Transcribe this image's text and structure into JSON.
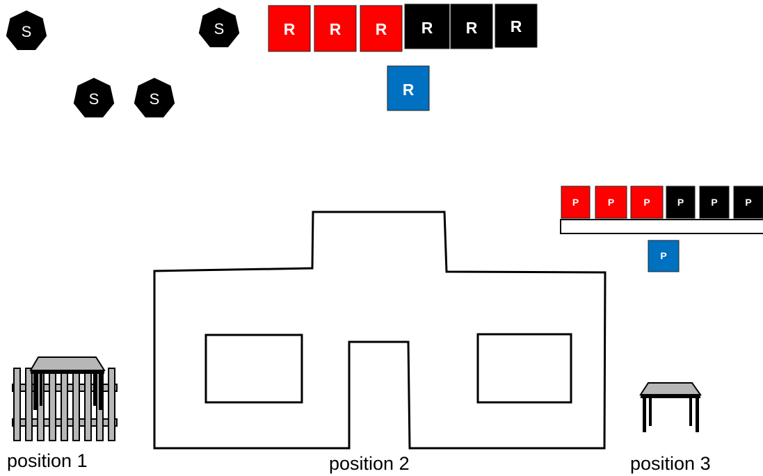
{
  "colors": {
    "red": "#ff0000",
    "black": "#000000",
    "blue": "#0070c0",
    "gray": "#b7b7b7",
    "white": "#ffffff"
  },
  "s_tokens": {
    "label": "S",
    "count": 4,
    "shape": "heptagon"
  },
  "r_row": {
    "boxes": [
      {
        "label": "R",
        "color": "red"
      },
      {
        "label": "R",
        "color": "red"
      },
      {
        "label": "R",
        "color": "red"
      },
      {
        "label": "R",
        "color": "black"
      },
      {
        "label": "R",
        "color": "black"
      },
      {
        "label": "R",
        "color": "black"
      }
    ]
  },
  "r_single": {
    "label": "R",
    "color": "blue"
  },
  "p_row": {
    "boxes": [
      {
        "label": "P",
        "color": "red"
      },
      {
        "label": "P",
        "color": "red"
      },
      {
        "label": "P",
        "color": "red"
      },
      {
        "label": "P",
        "color": "black"
      },
      {
        "label": "P",
        "color": "black"
      },
      {
        "label": "P",
        "color": "black"
      }
    ]
  },
  "p_single": {
    "label": "P",
    "color": "blue"
  },
  "positions": [
    {
      "label": "position 1",
      "icon": "table-with-fence-icon"
    },
    {
      "label": "position 2",
      "icon": "building-outline-icon"
    },
    {
      "label": "position 3",
      "icon": "table-icon"
    }
  ]
}
